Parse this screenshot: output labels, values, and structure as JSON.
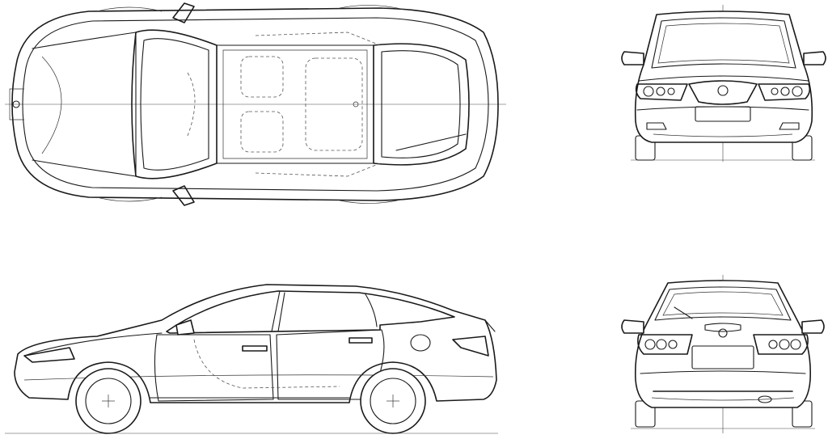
{
  "views": [
    {
      "id": "top",
      "kind": "plan-view"
    },
    {
      "id": "front",
      "kind": "front-elevation"
    },
    {
      "id": "side",
      "kind": "side-elevation"
    },
    {
      "id": "rear",
      "kind": "rear-elevation"
    }
  ]
}
